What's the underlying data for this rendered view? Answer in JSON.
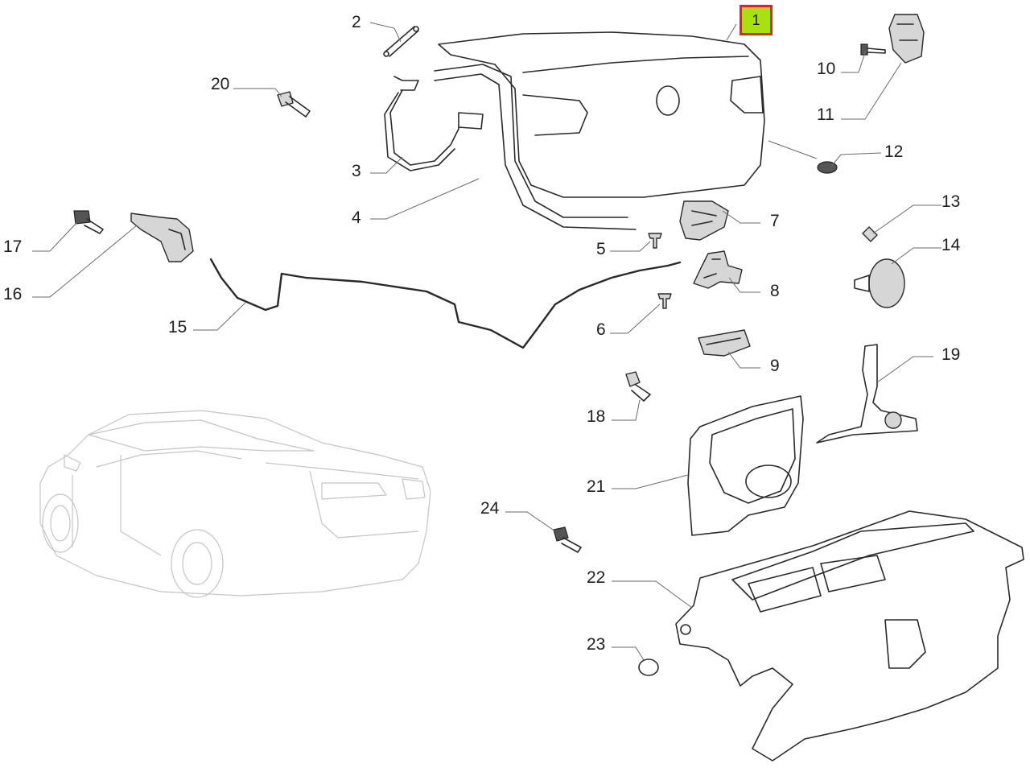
{
  "diagram": {
    "callouts": [
      {
        "id": "1",
        "label": "1",
        "highlighted": true
      },
      {
        "id": "2",
        "label": "2"
      },
      {
        "id": "3",
        "label": "3"
      },
      {
        "id": "4",
        "label": "4"
      },
      {
        "id": "5",
        "label": "5"
      },
      {
        "id": "6",
        "label": "6"
      },
      {
        "id": "7",
        "label": "7"
      },
      {
        "id": "8",
        "label": "8"
      },
      {
        "id": "9",
        "label": "9"
      },
      {
        "id": "10",
        "label": "10"
      },
      {
        "id": "11",
        "label": "11"
      },
      {
        "id": "12",
        "label": "12"
      },
      {
        "id": "13",
        "label": "13"
      },
      {
        "id": "14",
        "label": "14"
      },
      {
        "id": "15",
        "label": "15"
      },
      {
        "id": "16",
        "label": "16"
      },
      {
        "id": "17",
        "label": "17"
      },
      {
        "id": "18",
        "label": "18"
      },
      {
        "id": "19",
        "label": "19"
      },
      {
        "id": "20",
        "label": "20"
      },
      {
        "id": "21",
        "label": "21"
      },
      {
        "id": "22",
        "label": "22"
      },
      {
        "id": "23",
        "label": "23"
      },
      {
        "id": "24",
        "label": "24"
      }
    ],
    "colors": {
      "highlight_fill": "#a8e010",
      "highlight_border": "#e0202a",
      "line": "#2a2a2a",
      "car_ghost": "#c4c4c4"
    }
  }
}
